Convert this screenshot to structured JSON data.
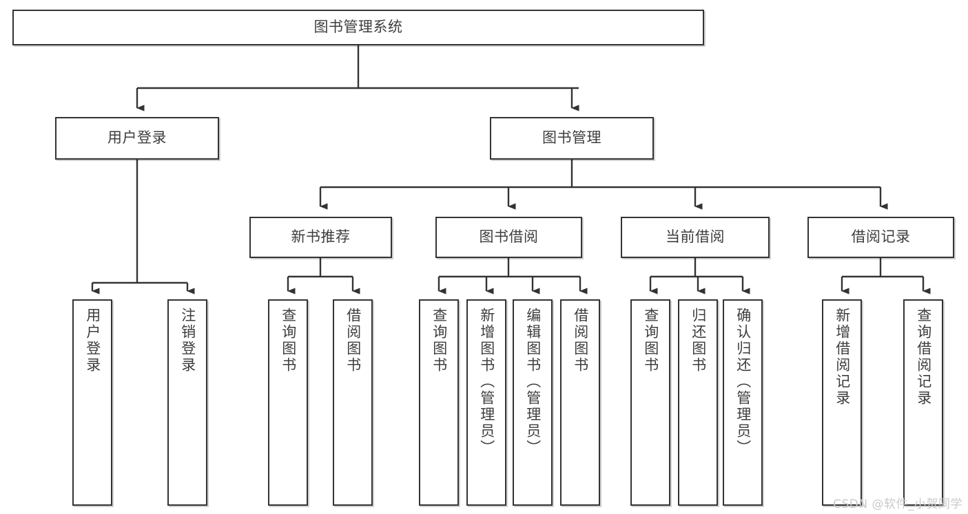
{
  "diagram": {
    "type": "tree-hierarchy",
    "title": "图书管理系统",
    "root": {
      "id": "root",
      "label": "图书管理系统",
      "orientation": "horizontal"
    },
    "level1": [
      {
        "id": "user-login",
        "label": "用户登录",
        "orientation": "horizontal"
      },
      {
        "id": "book-manage",
        "label": "图书管理",
        "orientation": "horizontal"
      }
    ],
    "level2": [
      {
        "id": "new-book-recommend",
        "label": "新书推荐",
        "parent": "book-manage",
        "orientation": "horizontal"
      },
      {
        "id": "book-borrow",
        "label": "图书借阅",
        "parent": "book-manage",
        "orientation": "horizontal"
      },
      {
        "id": "current-borrow",
        "label": "当前借阅",
        "parent": "book-manage",
        "orientation": "horizontal"
      },
      {
        "id": "borrow-record",
        "label": "借阅记录",
        "parent": "book-manage",
        "orientation": "horizontal"
      }
    ],
    "leaves": [
      {
        "id": "leaf-user-login",
        "label": "用户登录",
        "parent": "user-login",
        "orientation": "vertical"
      },
      {
        "id": "leaf-user-logout",
        "label": "注销登录",
        "parent": "user-login",
        "orientation": "vertical"
      },
      {
        "id": "leaf-query-book-rec",
        "label": "查询图书",
        "parent": "new-book-recommend",
        "orientation": "vertical"
      },
      {
        "id": "leaf-borrow-book-rec",
        "label": "借阅图书",
        "parent": "new-book-recommend",
        "orientation": "vertical"
      },
      {
        "id": "leaf-query-book-borrow",
        "label": "查询图书",
        "parent": "book-borrow",
        "orientation": "vertical"
      },
      {
        "id": "leaf-add-book-admin",
        "label": "新增图书（管理员）",
        "parent": "book-borrow",
        "orientation": "vertical"
      },
      {
        "id": "leaf-edit-book-admin",
        "label": "编辑图书（管理员）",
        "parent": "book-borrow",
        "orientation": "vertical"
      },
      {
        "id": "leaf-borrow-book",
        "label": "借阅图书",
        "parent": "book-borrow",
        "orientation": "vertical"
      },
      {
        "id": "leaf-query-book-cur",
        "label": "查询图书",
        "parent": "current-borrow",
        "orientation": "vertical"
      },
      {
        "id": "leaf-return-book",
        "label": "归还图书",
        "parent": "current-borrow",
        "orientation": "vertical"
      },
      {
        "id": "leaf-confirm-return-admin",
        "label": "确认归还（管理员）",
        "parent": "current-borrow",
        "orientation": "vertical"
      },
      {
        "id": "leaf-add-borrow-record",
        "label": "新增借阅记录",
        "parent": "borrow-record",
        "orientation": "vertical"
      },
      {
        "id": "leaf-query-borrow-record",
        "label": "查询借阅记录",
        "parent": "borrow-record",
        "orientation": "vertical"
      }
    ],
    "colors": {
      "border": "#333333",
      "text": "#3d3d3d",
      "background": "#ffffff",
      "connector": "#333333",
      "watermark": "#c9c9c9"
    }
  },
  "watermark": {
    "text": "CSDN @软件_小贺同学"
  }
}
